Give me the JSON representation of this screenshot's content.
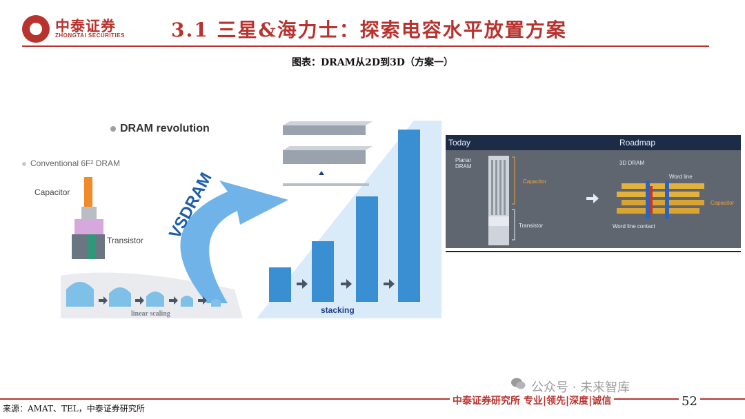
{
  "header": {
    "logo_cn": "中泰证券",
    "logo_en": "ZHONGTAI SECURITIES",
    "title": "3.1 三星&海力士：探索电容水平放置方案",
    "subtitle": "图表：DRAM从2D到3D（方案一）"
  },
  "left_figure": {
    "heading": "DRAM revolution",
    "conventional": "Conventional 6F² DRAM",
    "capacitor": "Capacitor",
    "transistor": "Transistor",
    "vsdram": "VSDRAM",
    "linear_scaling": "linear scaling",
    "stacking": "stacking"
  },
  "right_figure": {
    "today": "Today",
    "roadmap": "Roadmap",
    "planar_dram": "Planar DRAM",
    "capacitor": "Capacitor",
    "transistor": "Transistor",
    "dram_3d": "3D DRAM",
    "word_line": "Word line",
    "capacitor_right": "Capacitor",
    "word_line_contact": "Word line contact"
  },
  "footer": {
    "source": "来源：AMAT、TEL，中泰证券研究所",
    "brand": "中泰证券研究所 专业|领先|深度|诚信",
    "page": "52",
    "watermark": "公众号 · 未来智库"
  },
  "colors": {
    "brand_red": "#b8322e",
    "blue": "#3b8fd6",
    "panel": "#5f6670"
  }
}
